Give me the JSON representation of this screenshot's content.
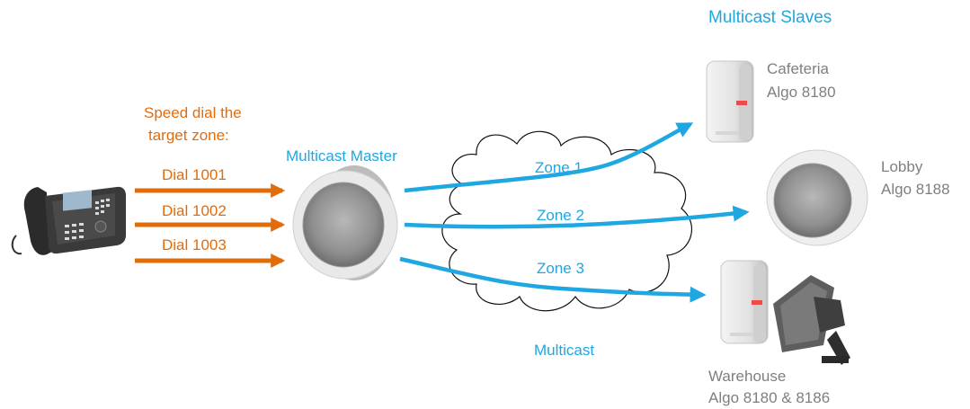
{
  "title": "Multicast Slaves",
  "instruction": {
    "line1": "Speed dial the",
    "line2": "target zone:"
  },
  "dials": [
    "Dial 1001",
    "Dial 1002",
    "Dial 1003"
  ],
  "master": {
    "label": "Multicast Master"
  },
  "network": {
    "label": "Multicast"
  },
  "zones": [
    "Zone 1",
    "Zone 2",
    "Zone 3"
  ],
  "slaves": [
    {
      "location": "Cafeteria",
      "model": "Algo 8180"
    },
    {
      "location": "Lobby",
      "model": "Algo 8188"
    },
    {
      "location": "Warehouse",
      "model": "Algo 8180 & 8186"
    }
  ],
  "colors": {
    "orange": "#e36c0a",
    "blue": "#1ea7e1",
    "gray": "#7f7f7f"
  },
  "icons": [
    "ip-phone-icon",
    "ceiling-speaker-icon",
    "wall-speaker-icon",
    "horn-speaker-icon",
    "cloud-icon"
  ]
}
